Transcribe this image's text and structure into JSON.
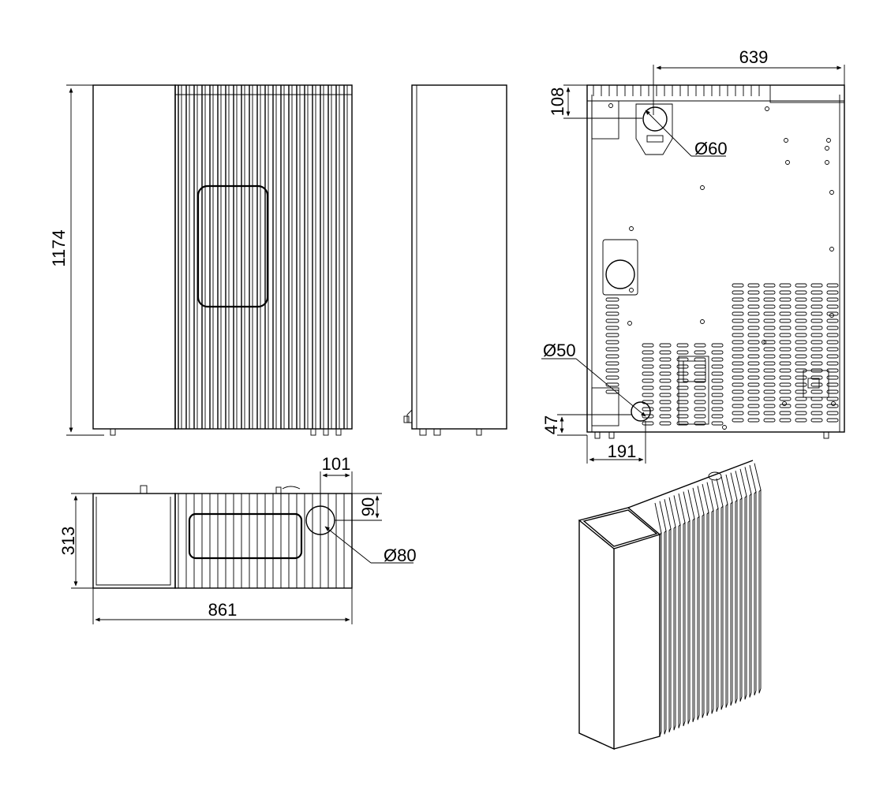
{
  "dimensions": {
    "height_total": "1174",
    "rear_depth": "639",
    "rear_top_offset": "108",
    "rear_flue_diameter": "Ø60",
    "rear_inlet_diameter": "Ø50",
    "rear_bottom_offset": "47",
    "rear_side_offset": "191",
    "top_flue_offset_x": "101",
    "top_flue_offset_y": "90",
    "top_flue_diameter": "Ø80",
    "top_depth": "313",
    "top_width": "861"
  }
}
